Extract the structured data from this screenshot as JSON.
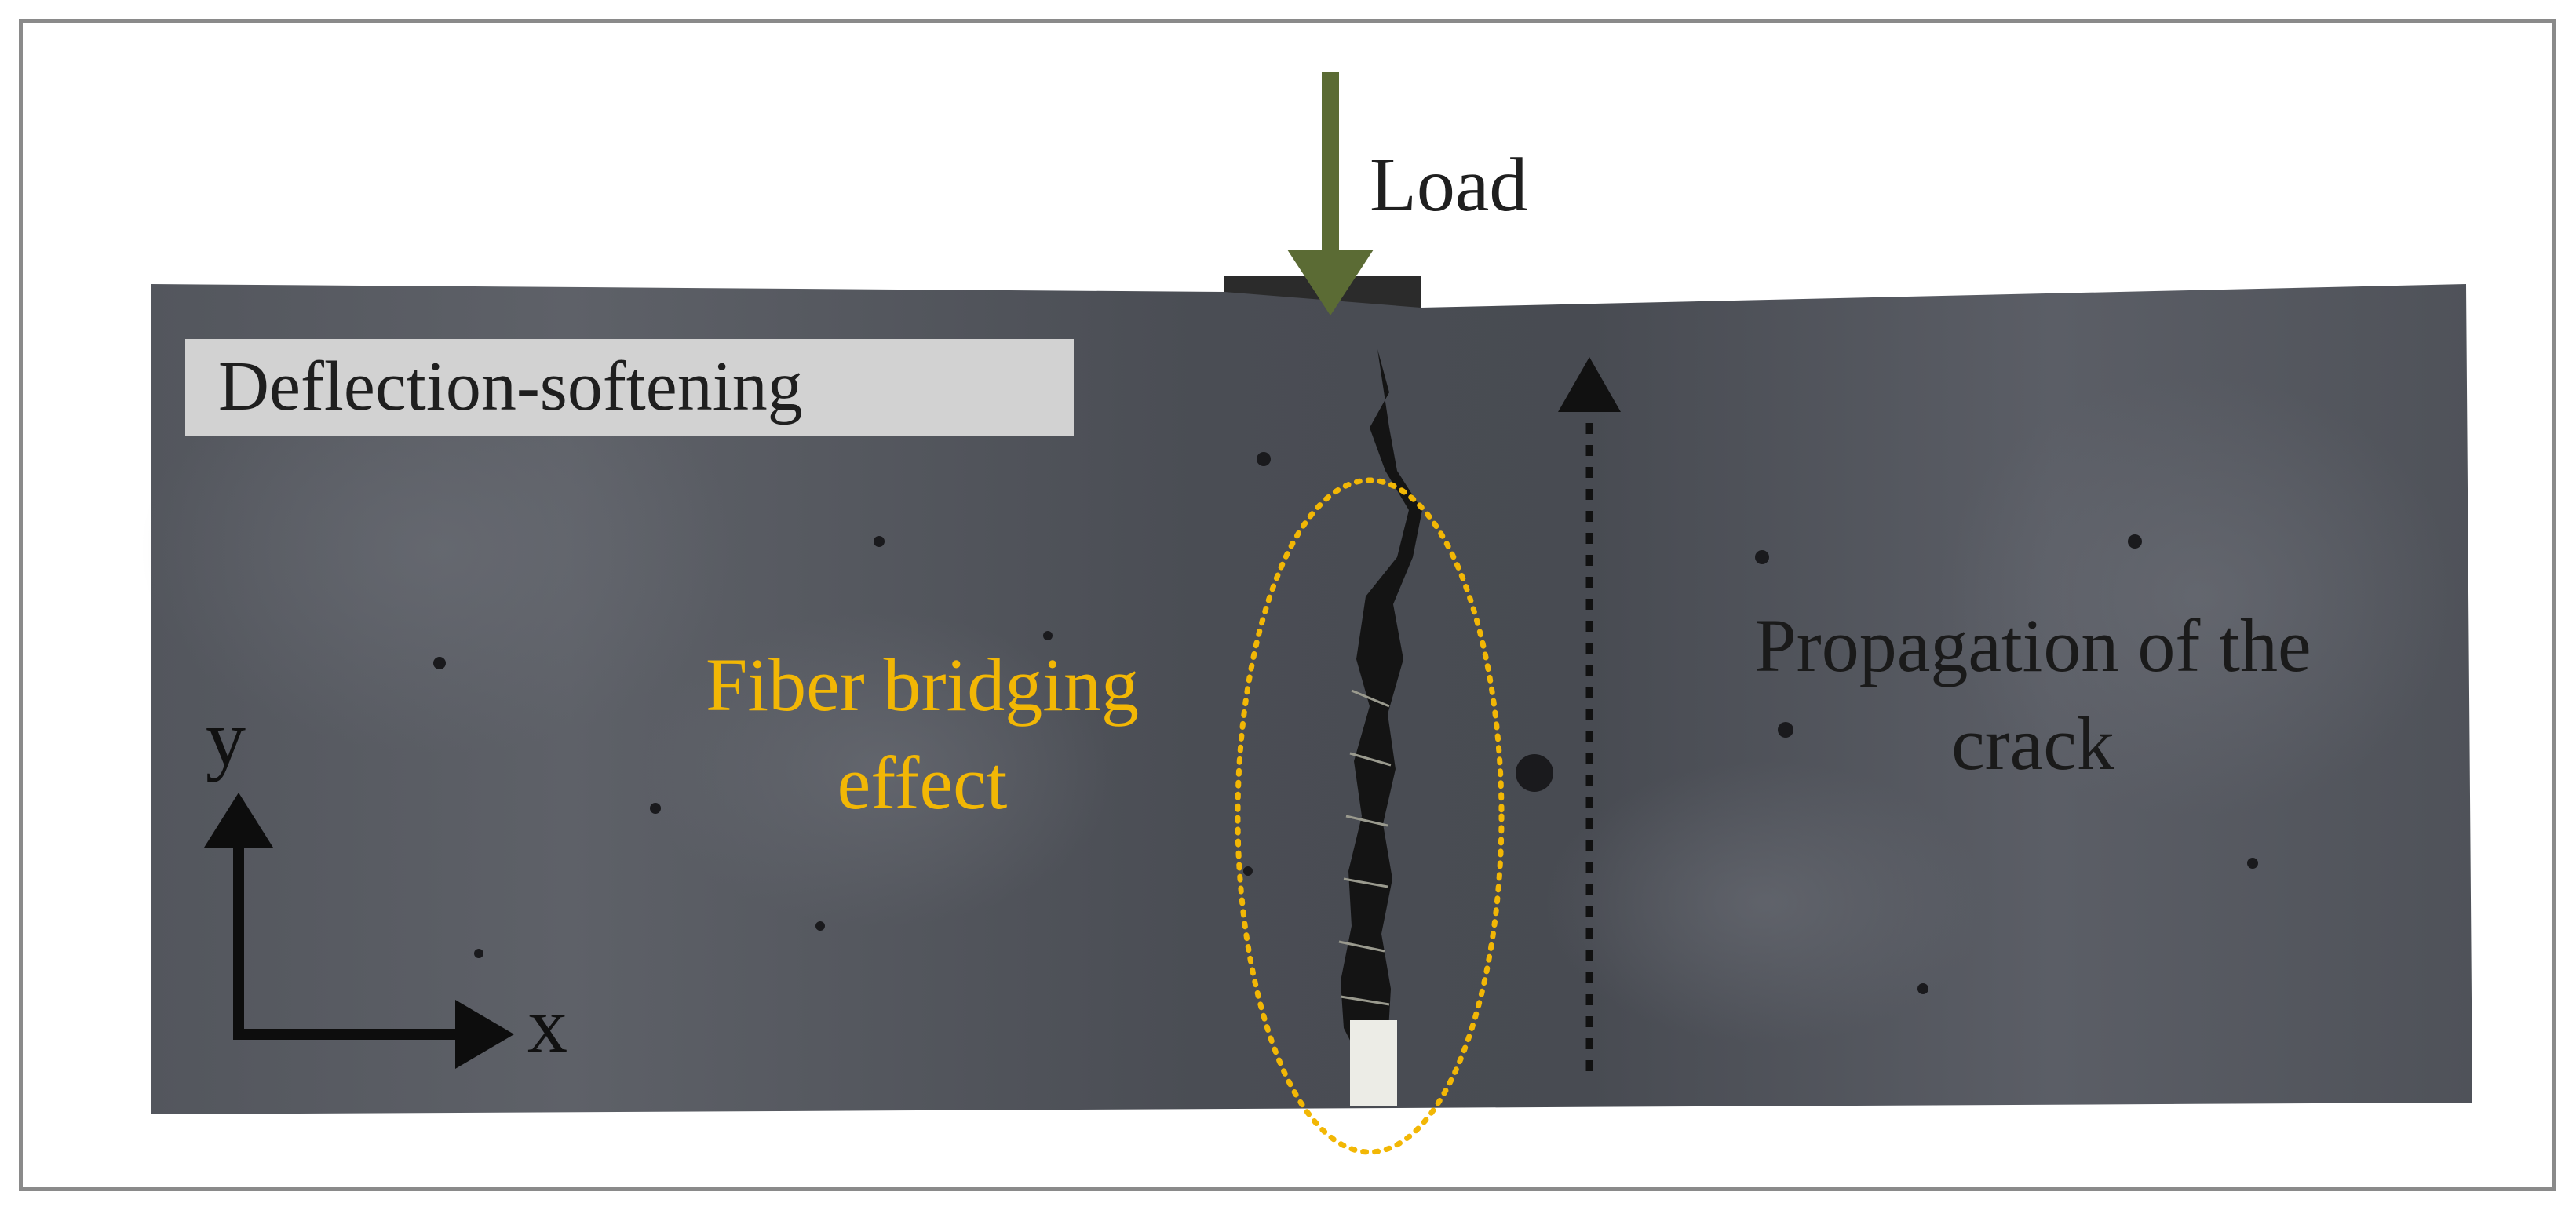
{
  "figure": {
    "load_label": "Load",
    "mode_label": "Deflection-softening",
    "bridging_label_line1": "Fiber bridging",
    "bridging_label_line2": "effect",
    "propagation_label_line1": "Propagation of the",
    "propagation_label_line2": "crack",
    "axis_y_label": "y",
    "axis_x_label": "x"
  },
  "colors": {
    "beam": "#4b4e55",
    "load_arrow": "#5b6b34",
    "bridging": "#f2b705",
    "label_box": "#d2d2d2",
    "dark_text": "#1f1f1f"
  }
}
